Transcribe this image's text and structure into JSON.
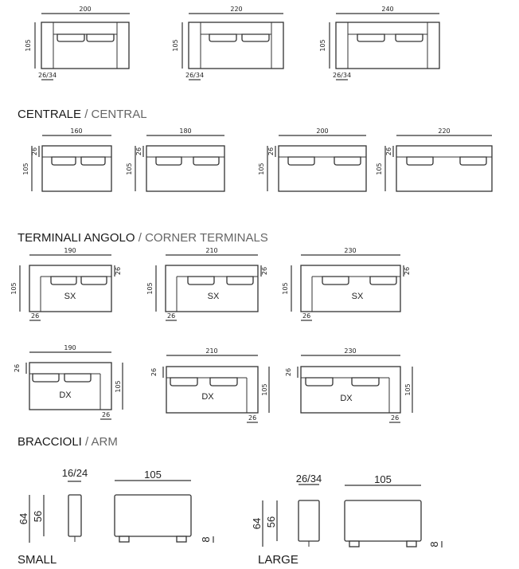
{
  "ends": {
    "items": [
      {
        "width": "200",
        "depth": "105",
        "arm": "26/34"
      },
      {
        "width": "220",
        "depth": "105",
        "arm": "26/34"
      },
      {
        "width": "240",
        "depth": "105",
        "arm": "26/34"
      }
    ]
  },
  "central": {
    "title_main": "CENTRALE",
    "title_sep": " / ",
    "title_sub": "CENTRAL",
    "items": [
      {
        "width": "160",
        "depth": "105",
        "back": "26"
      },
      {
        "width": "180",
        "depth": "105",
        "back": "26"
      },
      {
        "width": "200",
        "depth": "105",
        "back": "26"
      },
      {
        "width": "220",
        "depth": "105",
        "back": "26"
      }
    ]
  },
  "corner": {
    "title_main": "TERMINALI ANGOLO",
    "title_sep": " / ",
    "title_sub": "CORNER TERMINALS",
    "sx": [
      {
        "width": "190",
        "depth": "105",
        "back": "26",
        "arm": "26",
        "mark": "SX"
      },
      {
        "width": "210",
        "depth": "105",
        "back": "26",
        "arm": "26",
        "mark": "SX"
      },
      {
        "width": "230",
        "depth": "105",
        "back": "26",
        "arm": "26",
        "mark": "SX"
      }
    ],
    "dx": [
      {
        "width": "190",
        "depth": "105",
        "back": "26",
        "arm": "26",
        "mark": "DX"
      },
      {
        "width": "210",
        "depth": "105",
        "back": "26",
        "arm": "26",
        "mark": "DX"
      },
      {
        "width": "230",
        "depth": "105",
        "back": "26",
        "arm": "26",
        "mark": "DX"
      }
    ]
  },
  "arm": {
    "title_main": "BRACCIOLI",
    "title_sep": " / ",
    "title_sub": "ARM",
    "small": {
      "label": "SMALL",
      "thickness": "16/24",
      "length": "105",
      "height": "64",
      "seat": "56",
      "foot": "8"
    },
    "large": {
      "label": "LARGE",
      "thickness": "26/34",
      "length": "105",
      "height": "64",
      "seat": "56",
      "foot": "8"
    }
  }
}
